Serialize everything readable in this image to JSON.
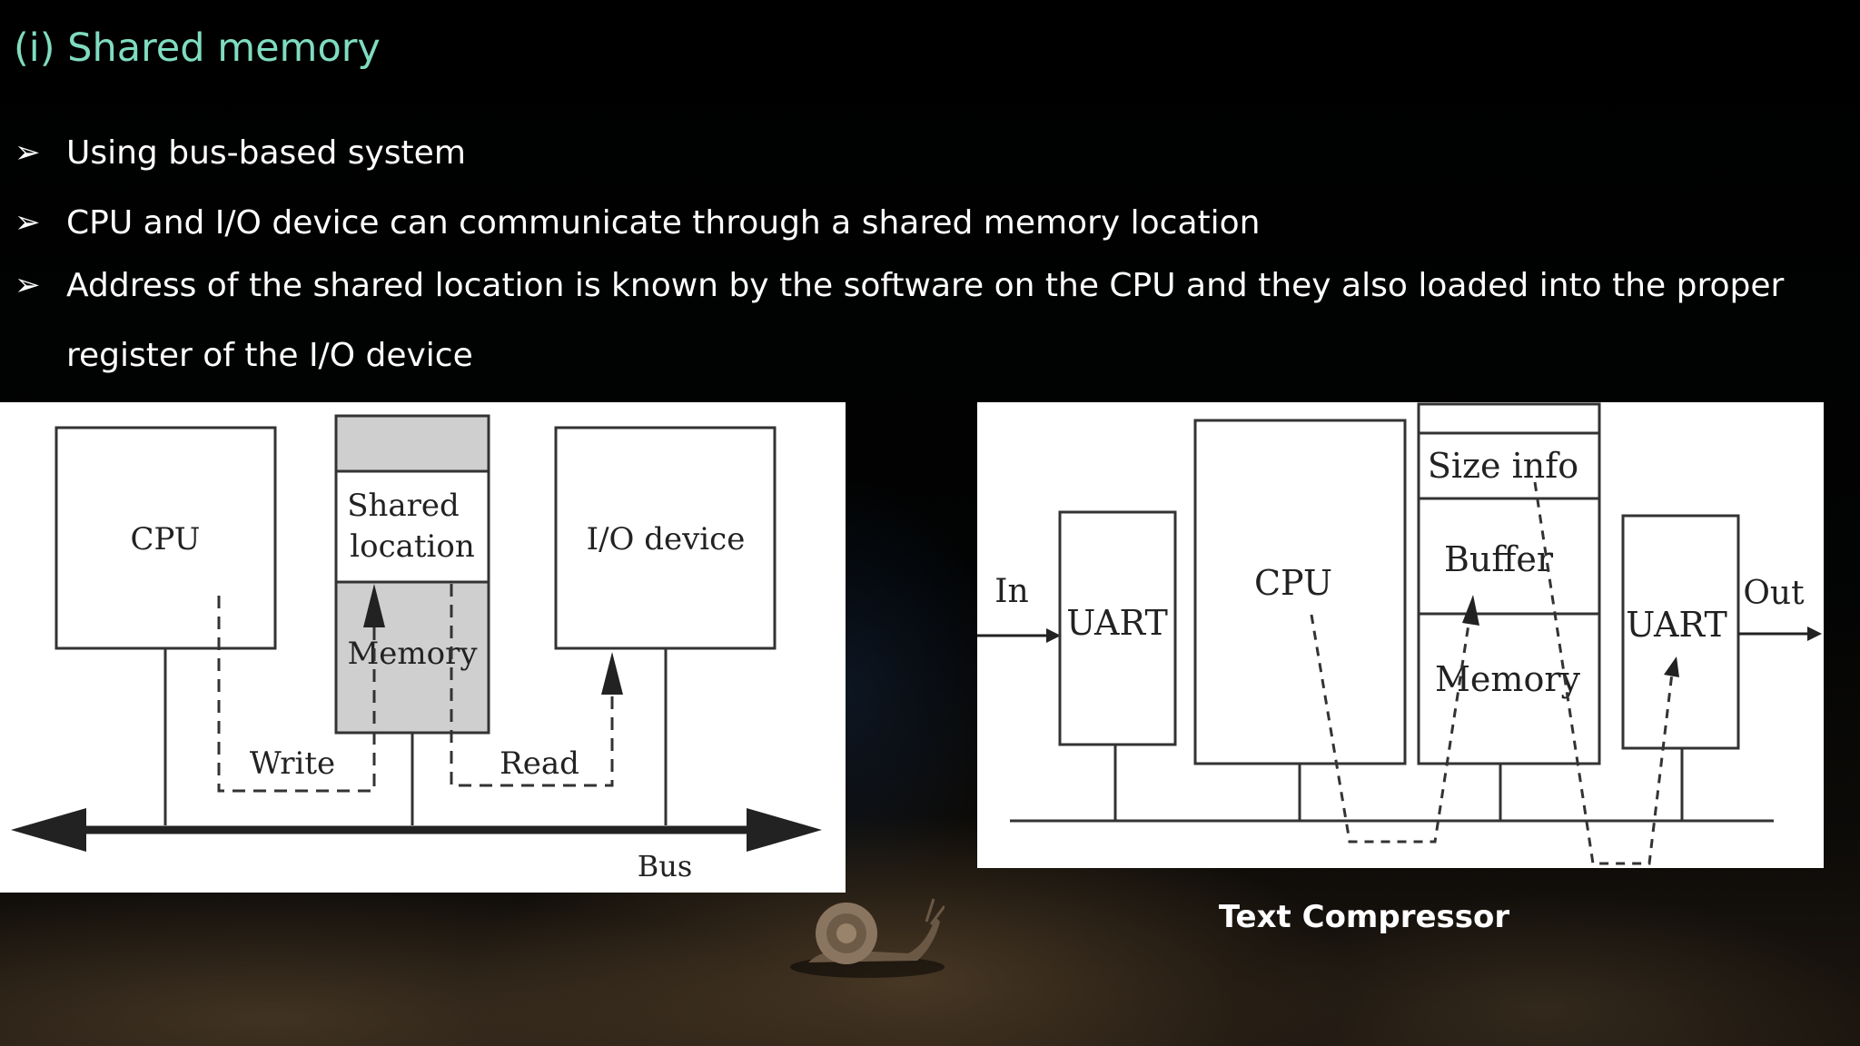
{
  "title": "(i) Shared memory",
  "bullets": [
    {
      "text": "Using bus-based system"
    },
    {
      "text": "CPU and I/O device can communicate through a shared memory location"
    },
    {
      "text": "Address of the shared location is known by the software on the CPU and they also loaded into the proper",
      "continuation": "register of the I/O device"
    }
  ],
  "bullet_marker": "➢",
  "diagram_left": {
    "cpu": "CPU",
    "shared_line1": "Shared",
    "shared_line2": "location",
    "memory": "Memory",
    "io_device": "I/O device",
    "write": "Write",
    "read": "Read",
    "bus": "Bus"
  },
  "diagram_right": {
    "in": "In",
    "uart_in": "UART",
    "cpu": "CPU",
    "size_info": "Size info",
    "buffer": "Buffer",
    "memory": "Memory",
    "uart_out": "UART",
    "out": "Out"
  },
  "caption": "Text Compressor"
}
